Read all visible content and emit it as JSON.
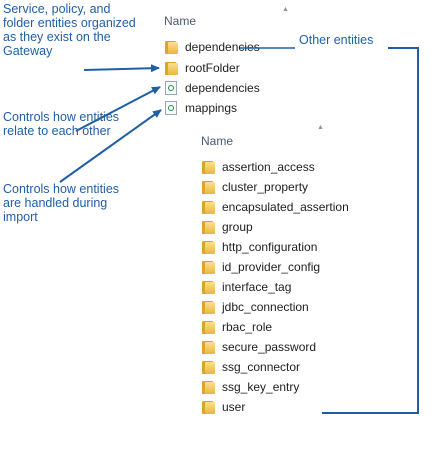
{
  "annotations": {
    "service_policy_folder": "Service, policy, and folder entities organized as they exist on the Gateway",
    "relate": "Controls how entities relate to each other",
    "import": "Controls how entities are handled during import",
    "other": "Other entities"
  },
  "top_panel": {
    "header": "Name",
    "items": [
      {
        "label": "dependencies",
        "icon": "folder-icon"
      },
      {
        "label": "rootFolder",
        "icon": "folder-icon"
      },
      {
        "label": "dependencies",
        "icon": "xml-file-icon"
      },
      {
        "label": "mappings",
        "icon": "xml-file-icon"
      }
    ]
  },
  "bottom_panel": {
    "header": "Name",
    "items": [
      "assertion_access",
      "cluster_property",
      "encapsulated_assertion",
      "group",
      "http_configuration",
      "id_provider_config",
      "interface_tag",
      "jdbc_connection",
      "rbac_role",
      "secure_password",
      "ssg_connector",
      "ssg_key_entry",
      "user"
    ]
  },
  "colors": {
    "annotation_text": "#1f5fa8",
    "connector": "#1f5fa8",
    "folder": "#e8b73c"
  }
}
